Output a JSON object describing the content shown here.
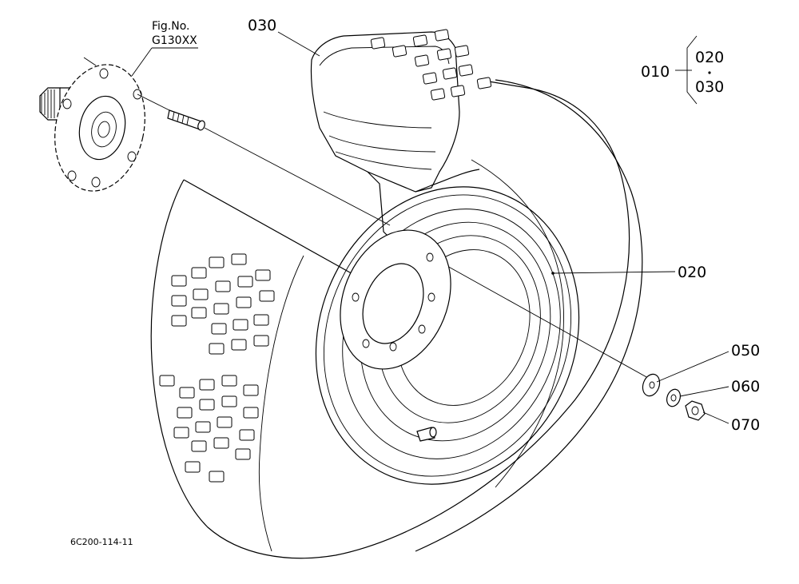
{
  "figure": {
    "fig_no_label": "Fig.No.",
    "fig_no_value": "G130XX",
    "drawing_code": "6C200-114-11"
  },
  "callouts": {
    "assembly": "010",
    "assembly_item_a": "020",
    "assembly_item_b": "030",
    "tire": "030",
    "rim": "020",
    "washer": "050",
    "lock_washer": "060",
    "nut": "070"
  },
  "colors": {
    "line": "#000000",
    "background": "#ffffff"
  }
}
